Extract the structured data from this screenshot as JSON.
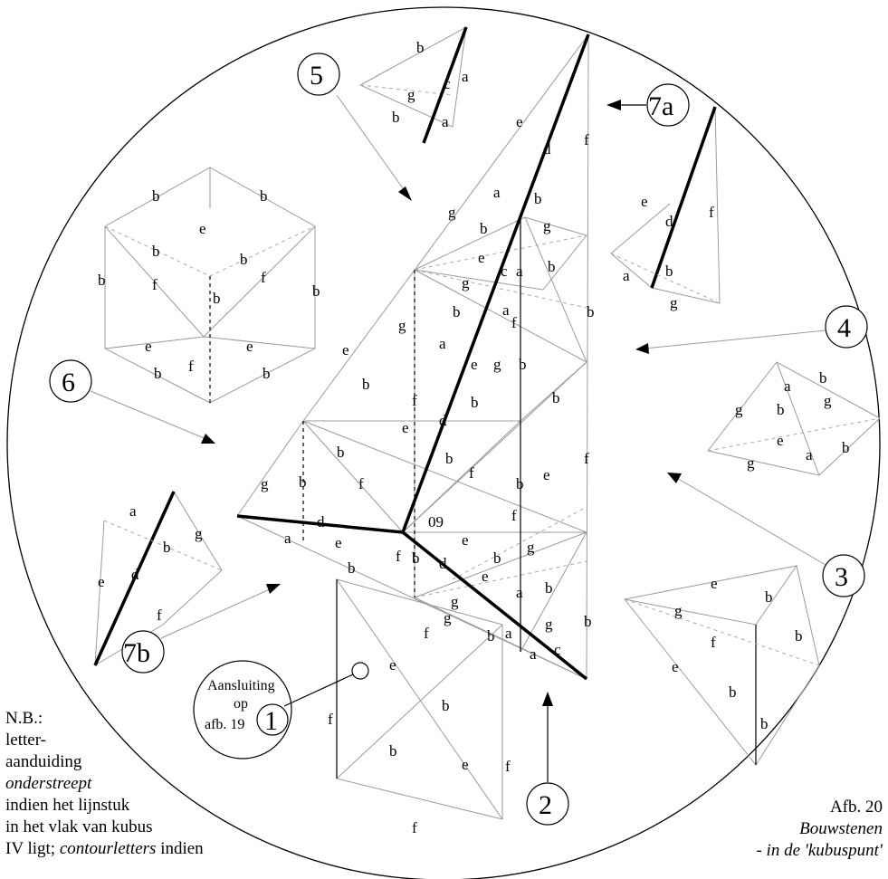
{
  "labels": {
    "a": "a",
    "b": "b",
    "c": "c",
    "d": "d",
    "e": "e",
    "f": "f",
    "g": "g",
    "node": "09"
  },
  "callouts": {
    "n1": "1",
    "n2": "2",
    "n3": "3",
    "n4": "4",
    "n5": "5",
    "n6": "6",
    "n7a": "7a",
    "n7b": "7b"
  },
  "aansluiting": {
    "line1": "Aansluiting",
    "line2": "op",
    "line3": "afb. 19"
  },
  "note": {
    "line1": "N.B.:",
    "line2": "letter-",
    "line3": "aanduiding",
    "line4": "onderstreept",
    "line5": "indien het lijnstuk",
    "line6": "in het vlak van kubus",
    "line7a": "IV ligt; ",
    "line7b": "contourletters",
    "line7c": " indien"
  },
  "caption": {
    "line1": "Afb. 20",
    "line2": "Bouwstenen",
    "line3": "- in de 'kubuspunt'"
  }
}
